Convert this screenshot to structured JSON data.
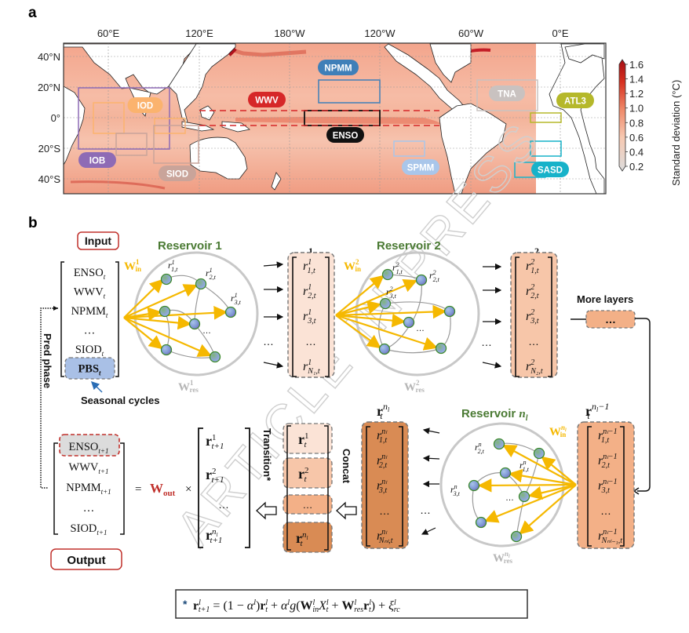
{
  "panel_a": {
    "label": "a",
    "lon_ticks": [
      "60°E",
      "120°E",
      "180°W",
      "120°W",
      "60°W",
      "0°E"
    ],
    "lat_ticks": [
      "40°N",
      "20°N",
      "0°",
      "20°S",
      "40°S"
    ],
    "colorbar": {
      "title": "Standard deviation (°C)",
      "ticks": [
        "1.6",
        "1.4",
        "1.2",
        "1.0",
        "0.8",
        "0.6",
        "0.4",
        "0.2"
      ],
      "range": [
        0.2,
        1.6
      ],
      "colors": [
        "#d9d9d9",
        "#f6c2a8",
        "#ef8a6a",
        "#d7301f",
        "#a50f15"
      ]
    },
    "regions": [
      {
        "name": "NPMM",
        "color": "#3f7fb8"
      },
      {
        "name": "WWV",
        "color": "#d62728"
      },
      {
        "name": "ENSO",
        "color": "#111111"
      },
      {
        "name": "IOD",
        "color": "#fbb36e"
      },
      {
        "name": "IOB",
        "color": "#8e6bb5"
      },
      {
        "name": "SIOD",
        "color": "#c9a49a"
      },
      {
        "name": "SPMM",
        "color": "#a9c6ea"
      },
      {
        "name": "TNA",
        "color": "#c9c2c0"
      },
      {
        "name": "ATL3",
        "color": "#b5b82a"
      },
      {
        "name": "SASD",
        "color": "#17b2c9"
      }
    ]
  },
  "panel_b": {
    "label": "b",
    "input_label": "Input",
    "output_label": "Output",
    "input_vector": [
      "ENSO",
      "WWV",
      "NPMM",
      "…",
      "SIOD",
      "PBS"
    ],
    "input_subscript": "t",
    "output_vector": [
      "ENSO",
      "WWV",
      "NPMM",
      "…",
      "SIOD"
    ],
    "output_subscript": "t+1",
    "seasonal_cycles_label": "Seasonal cycles",
    "pred_phase_label": "Pred phase",
    "reservoir_1": "Reservoir 1",
    "reservoir_2": "Reservoir 2",
    "reservoir_n": "Reservoir",
    "reservoir_n_sym": "n",
    "w_in": "W",
    "w_in_sub": "in",
    "w_res_sub": "res",
    "more_layers": "More layers",
    "transition_label": "Transition*",
    "concat_label": "Concat",
    "w_out": "W",
    "w_out_sub": "out",
    "equals": "=",
    "times": "×",
    "ellipsis": "…",
    "equation": "r^l_{t+1} = (1 − α^l) r^l_t + α^l g(W^l_in X^l_t + W^l_res r^l_t) + ξ^l_rc",
    "equation_star": "*",
    "colors": {
      "input_box_border": "#c0302b",
      "w_in": "#f5b800",
      "reservoir_title": "#4a7a33",
      "w_res": "#b5b5b5",
      "layer1_fill": "#fbe3d6",
      "layer2_fill": "#f7c6a9",
      "layer_mid_fill": "#f3b087",
      "layer_n_fill": "#d98b54",
      "pbs_fill": "#a9c0e6",
      "w_out": "#c0302b"
    }
  },
  "watermark": "ARTICLE IN PRESS"
}
